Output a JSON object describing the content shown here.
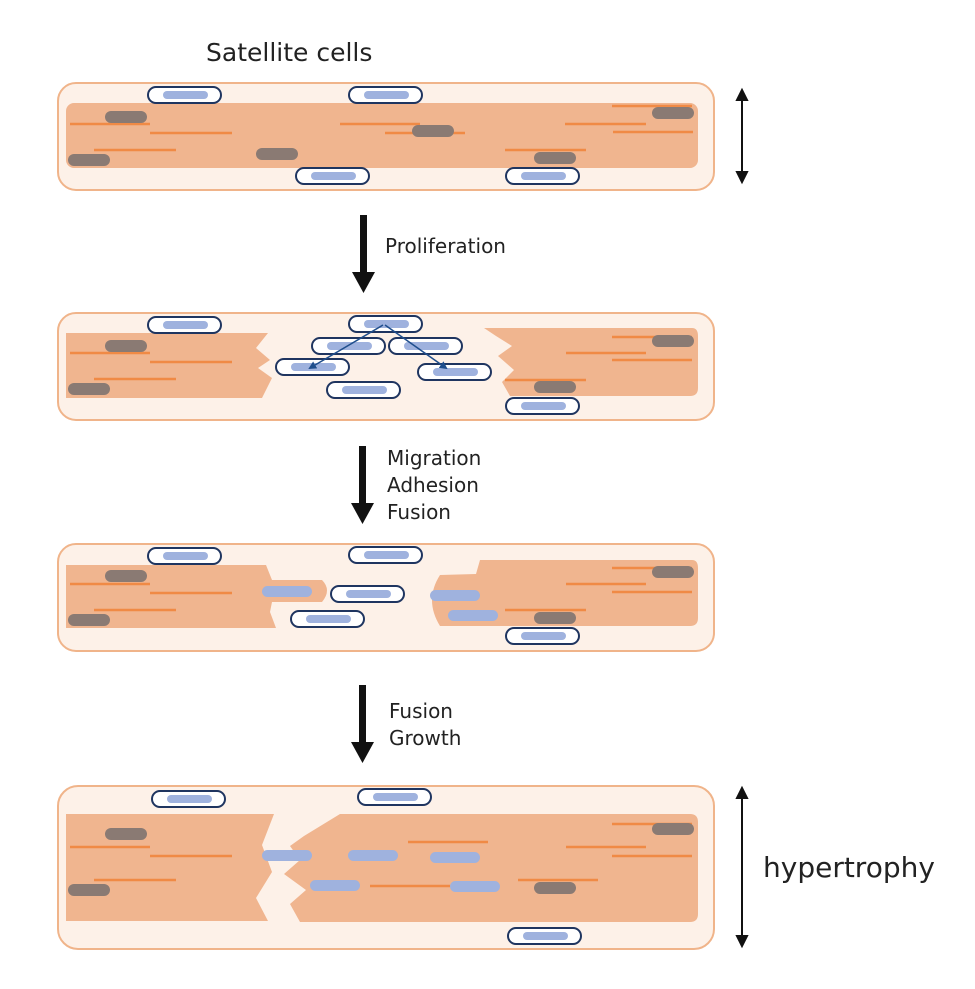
{
  "title": "Satellite cells",
  "steps": [
    {
      "lines": [
        "Proliferation"
      ]
    },
    {
      "lines": [
        "Migration",
        "Adhesion",
        "Fusion"
      ]
    },
    {
      "lines": [
        "Fusion",
        "Growth"
      ]
    }
  ],
  "outcome": "hypertrophy",
  "colors": {
    "sheath_fill": "#fdf1e8",
    "sheath_stroke": "#f0b48a",
    "fiber": "#f0b58f",
    "striation": "#f08a45",
    "myonucleus": "#8a7a73",
    "satellite_outline": "#1f3560",
    "satellite_nucleus": "#9fb2de",
    "arrow": "#111111"
  }
}
